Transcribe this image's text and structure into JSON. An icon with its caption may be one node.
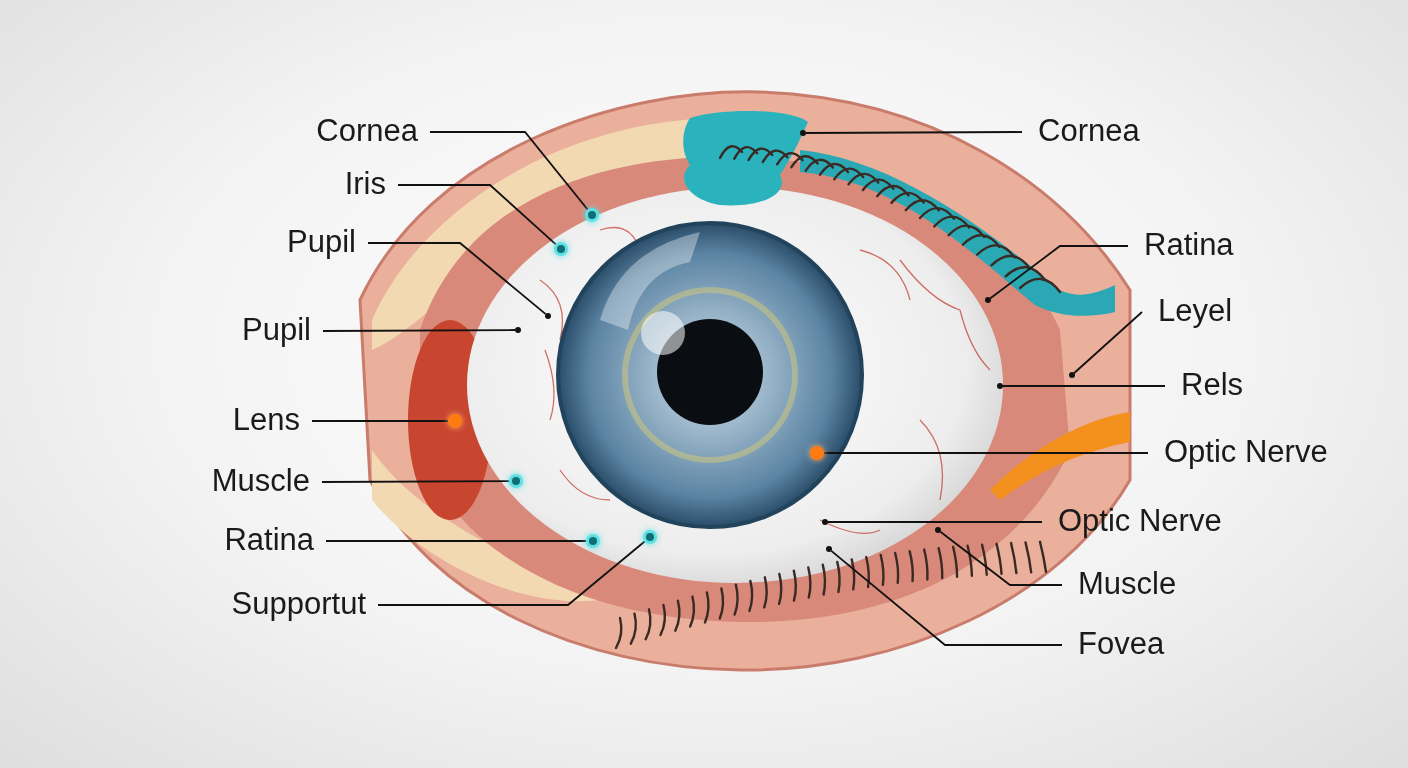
{
  "diagram": {
    "nodes": [
      {
        "text": [
          "Cornea"
        ]
      },
      {
        "text": [
          "Iris"
        ]
      },
      {
        "text": [
          "Pupil"
        ]
      },
      {
        "text": [
          "Pupil"
        ]
      },
      {
        "text": [
          "Lens"
        ]
      },
      {
        "text": [
          "Muscle"
        ]
      },
      {
        "text": [
          "Ratina"
        ]
      },
      {
        "text": [
          "Supportut"
        ]
      },
      {
        "text": [
          "Cornea"
        ]
      },
      {
        "text": [
          "Ratina"
        ]
      },
      {
        "text": [
          "Leyel"
        ]
      },
      {
        "text": [
          "Rels"
        ]
      },
      {
        "text": [
          "Optic Nerve"
        ]
      },
      {
        "text": [
          "Optic Nerve"
        ]
      },
      {
        "text": [
          "Muscle"
        ]
      },
      {
        "text": [
          "Fovea"
        ]
      },
      {
        "text": [],
        "shape": "circle"
      },
      {
        "text": [],
        "shape": "circle"
      },
      {
        "text": [],
        "shape": "circle"
      },
      {
        "text": [],
        "shape": "circle"
      },
      {
        "text": [],
        "shape": "circle"
      },
      {
        "text": [],
        "shape": "circle"
      },
      {
        "text": [],
        "shape": "circle"
      },
      {
        "text": [],
        "shape": "circle"
      },
      {
        "text": [],
        "shape": "circle"
      },
      {
        "text": [],
        "shape": "circle"
      },
      {
        "text": [],
        "shape": "circle"
      },
      {
        "text": [],
        "shape": "circle"
      },
      {
        "text": [],
        "shape": "circle"
      },
      {
        "text": [],
        "shape": "circle"
      },
      {
        "text": [],
        "shape": "circle"
      },
      {
        "text": [],
        "shape": "circle"
      }
    ],
    "edges": [
      {
        "from": 0,
        "to": 16,
        "arrow": "none"
      },
      {
        "from": 1,
        "to": 17,
        "arrow": "none"
      },
      {
        "from": 2,
        "to": 18,
        "arrow": "none"
      },
      {
        "from": 3,
        "to": 19,
        "arrow": "none"
      },
      {
        "from": 4,
        "to": 20,
        "arrow": "none"
      },
      {
        "from": 5,
        "to": 21,
        "arrow": "none"
      },
      {
        "from": 6,
        "to": 22,
        "arrow": "none"
      },
      {
        "from": 7,
        "to": 23,
        "arrow": "none"
      },
      {
        "from": 8,
        "to": 24,
        "arrow": "none"
      },
      {
        "from": 9,
        "to": 25,
        "arrow": "none"
      },
      {
        "from": 10,
        "to": 26,
        "arrow": "none"
      },
      {
        "from": 11,
        "to": 27,
        "arrow": "none"
      },
      {
        "from": 12,
        "to": 28,
        "arrow": "none"
      },
      {
        "from": 13,
        "to": 29,
        "arrow": "none"
      },
      {
        "from": 14,
        "to": 30,
        "arrow": "none"
      },
      {
        "from": 15,
        "to": 31,
        "arrow": "none"
      }
    ]
  }
}
